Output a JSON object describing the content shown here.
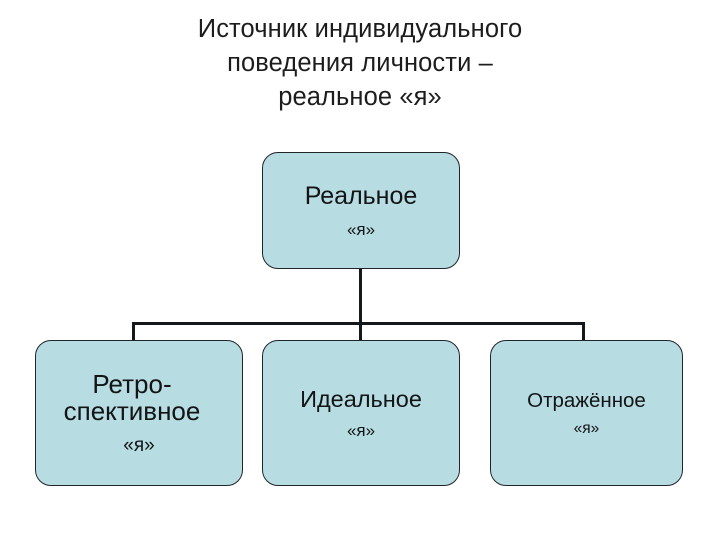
{
  "slide": {
    "title": "Источник индивидуального\nповедения личности –\nреальное «я»",
    "background_color": "#ffffff",
    "title_color": "#1c1c1c"
  },
  "theme": {
    "node_fill": "#b7dce2",
    "node_border": "#20252a",
    "connector_color": "#15181a",
    "text_color": "#121416"
  },
  "diagram": {
    "type": "hierarchy",
    "root": {
      "id": "real-self",
      "main_label": "Реальное",
      "sub_label": "«я»"
    },
    "children": [
      {
        "id": "retrospective-self",
        "main_label": "Ретро-\nспективное",
        "sub_label": "«я»"
      },
      {
        "id": "ideal-self",
        "main_label": "Идеальное",
        "sub_label": "«я»"
      },
      {
        "id": "reflected-self",
        "main_label": "Отражённое",
        "sub_label": "«я»"
      }
    ]
  }
}
